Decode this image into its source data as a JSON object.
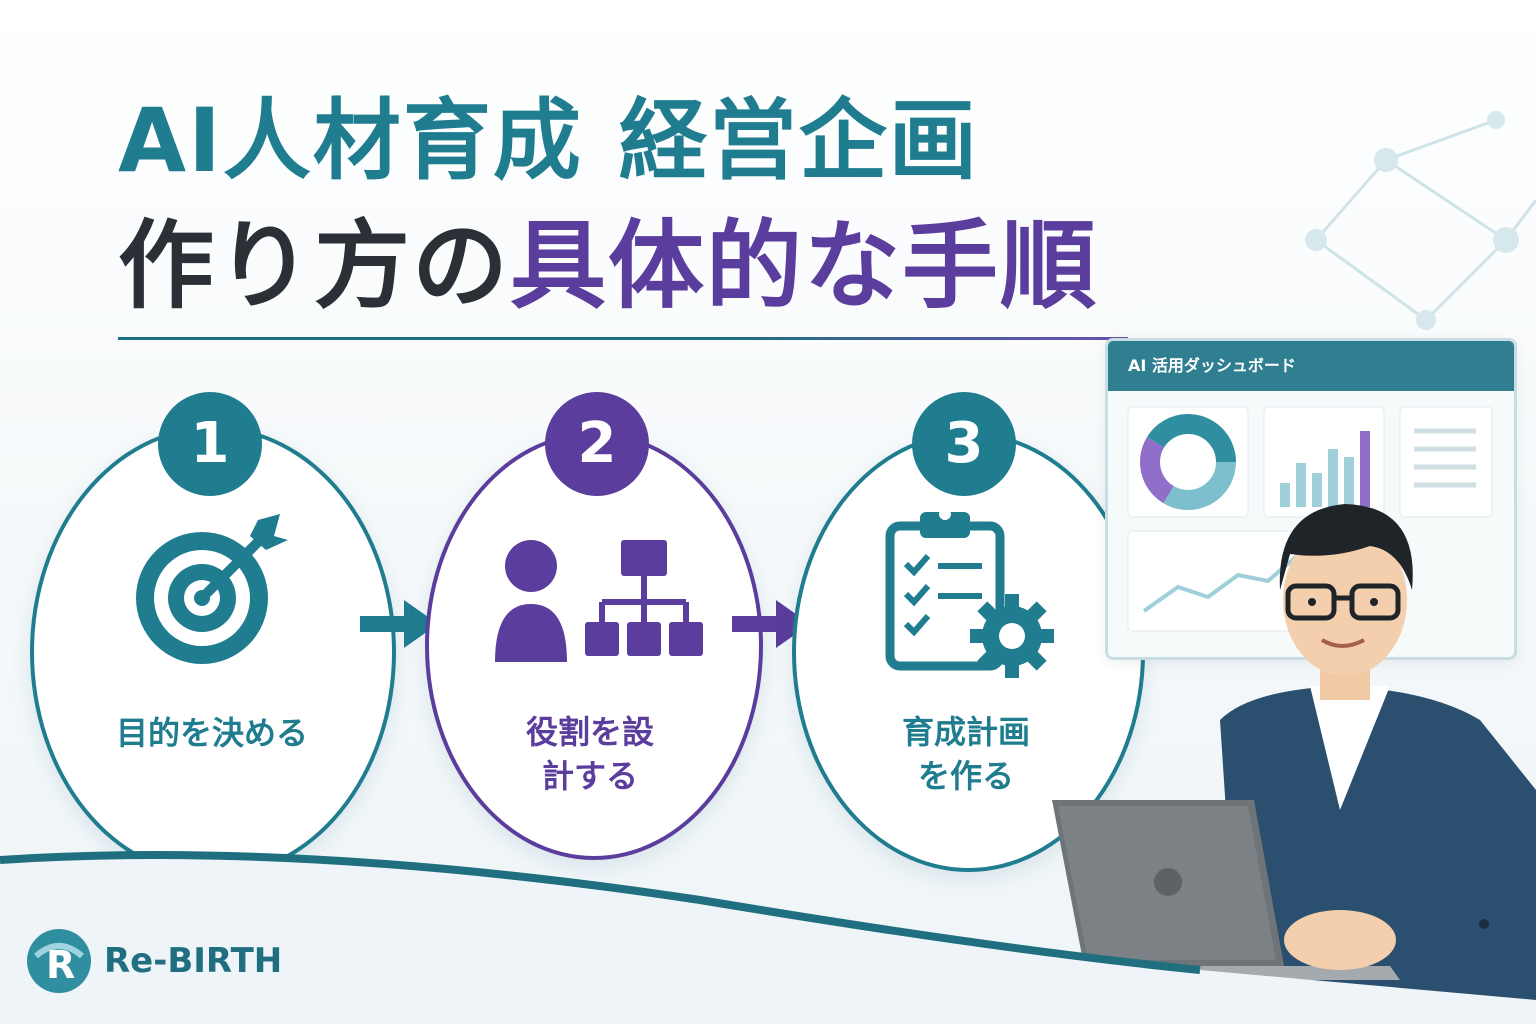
{
  "title": {
    "line1_part1": "AI人材育成",
    "line1_part2": "経営企画",
    "line2_part1": "作り方の",
    "line2_part2": "具体的な手順"
  },
  "steps": [
    {
      "number": "1",
      "label": "目的を決める",
      "icon": "target-arrow-icon",
      "color": "#1f7d8f"
    },
    {
      "number": "2",
      "label_line1": "役割を設",
      "label_line2": "計する",
      "icon": "person-org-chart-icon",
      "color": "#5a3d9c"
    },
    {
      "number": "3",
      "label_line1": "育成計画",
      "label_line2": "を作る",
      "icon": "clipboard-gear-icon",
      "color": "#1f7d8f"
    }
  ],
  "dashboard": {
    "title": "AI 活用ダッシュボード"
  },
  "brand": {
    "name": "Re-BIRTH"
  },
  "colors": {
    "teal": "#1f7d8f",
    "purple": "#5a3d9c",
    "dark": "#2b2f36"
  }
}
